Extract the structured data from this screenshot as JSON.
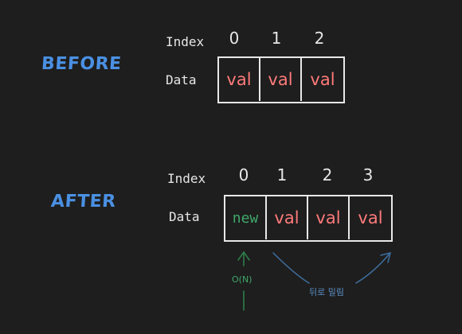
{
  "before": {
    "heading": "BEFORE",
    "index_label": "Index",
    "data_label": "Data",
    "indices": [
      "0",
      "1",
      "2"
    ],
    "cells": [
      "val",
      "val",
      "val"
    ]
  },
  "after": {
    "heading": "AFTER",
    "index_label": "Index",
    "data_label": "Data",
    "indices": [
      "0",
      "1",
      "2",
      "3"
    ],
    "cells": [
      "new",
      "val",
      "val",
      "val"
    ]
  },
  "annotations": {
    "insert_cost": "O(N)",
    "shift_note": "뒤로 밀림"
  },
  "colors": {
    "background": "#1e1e1e",
    "heading": "#4a90e2",
    "value": "#ff7a7a",
    "new_value": "#3fa86a",
    "insert_arrow": "#2e7d4a",
    "shift_arrow": "#3e6f9e"
  }
}
